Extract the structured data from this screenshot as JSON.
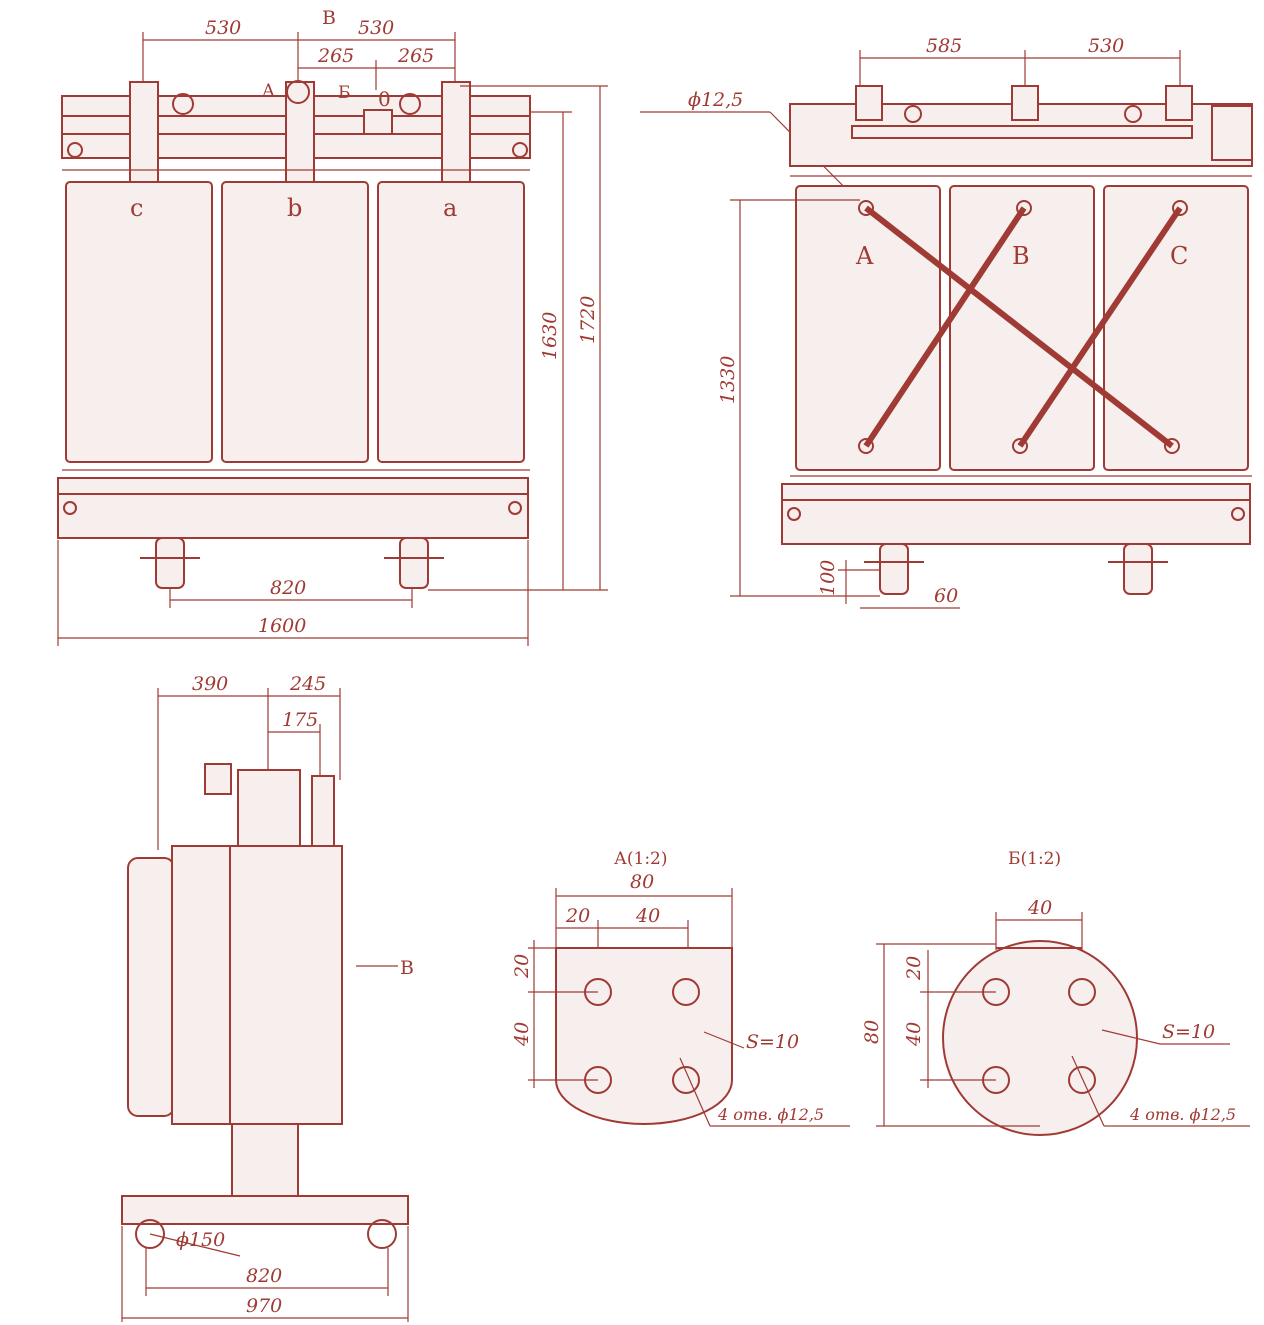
{
  "front_view": {
    "dims": {
      "top_left": "530",
      "top_right": "530",
      "mid_left": "265",
      "mid_right": "265",
      "height_inner": "1630",
      "height_total": "1720",
      "wheel_spacing": "820",
      "width_total": "1600"
    },
    "labels": {
      "view_arrow": "B",
      "detail_a": "А",
      "detail_b": "Б",
      "neutral": "0",
      "coil_c": "c",
      "coil_b": "b",
      "coil_a": "a"
    }
  },
  "rear_view": {
    "dims": {
      "top_left": "585",
      "top_right": "530",
      "hole": "ϕ12,5",
      "height": "1330",
      "wheel_height": "100",
      "wheel_offset": "60"
    },
    "labels": {
      "coil_A": "A",
      "coil_B": "B",
      "coil_C": "C"
    }
  },
  "side_view": {
    "dims": {
      "top_left": "390",
      "top_right": "245",
      "top_inner": "175",
      "wheel_dia": "ϕ150",
      "wheel_spacing": "820",
      "width_total": "970"
    },
    "labels": {
      "view_arrow": "B"
    }
  },
  "detail_A": {
    "title": "А(1:2)",
    "dims": {
      "width": "80",
      "left_offset": "20",
      "hole_pitch": "40",
      "top_offset": "20",
      "vert_pitch": "40",
      "thickness": "S=10",
      "holes": "4 отв. ϕ12,5"
    }
  },
  "detail_B": {
    "title": "Б(1:2)",
    "dims": {
      "hole_pitch": "40",
      "top_offset": "20",
      "vert_pitch": "40",
      "height": "80",
      "thickness": "S=10",
      "holes": "4 отв. ϕ12,5"
    }
  }
}
